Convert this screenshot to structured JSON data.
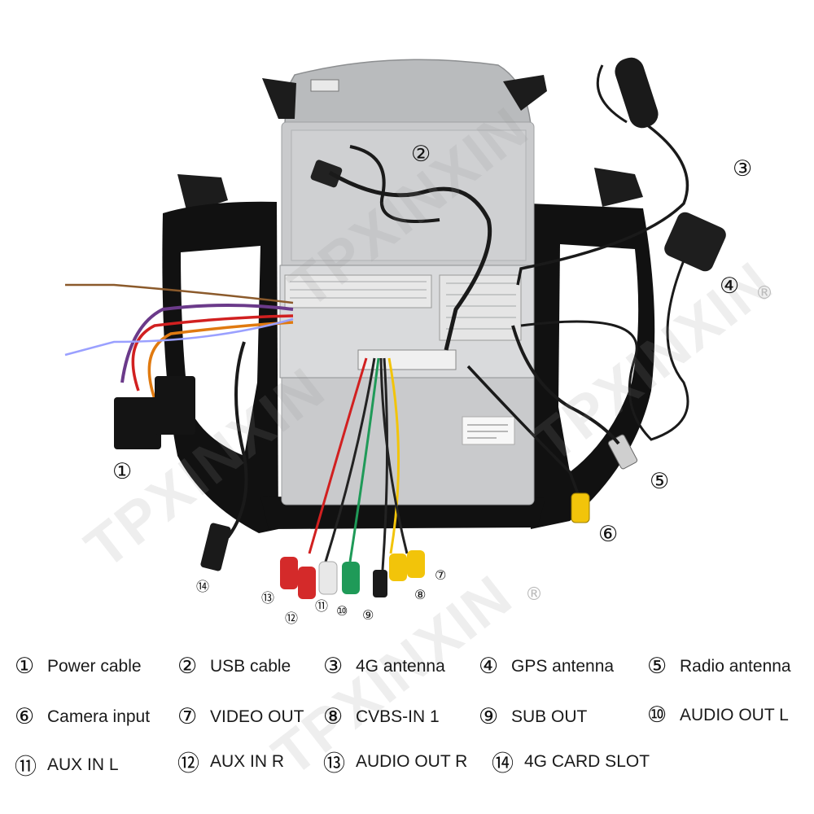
{
  "brand_watermark": "TPXINXIN",
  "registered_mark": "®",
  "callouts": {
    "c1": "①",
    "c2": "②",
    "c3": "③",
    "c4": "④",
    "c5": "⑤",
    "c6": "⑥",
    "c7": "⑦",
    "c8": "⑧",
    "c9": "⑨",
    "c10": "⑩",
    "c11": "⑪",
    "c12": "⑫",
    "c13": "⑬",
    "c14": "⑭"
  },
  "legend": [
    {
      "num": "①",
      "label": "Power cable"
    },
    {
      "num": "②",
      "label": "USB cable"
    },
    {
      "num": "③",
      "label": "4G antenna"
    },
    {
      "num": "④",
      "label": "GPS antenna"
    },
    {
      "num": "⑤",
      "label": "Radio antenna"
    },
    {
      "num": "⑥",
      "label": "Camera input"
    },
    {
      "num": "⑦",
      "label": "VIDEO OUT"
    },
    {
      "num": "⑧",
      "label": "CVBS-IN 1"
    },
    {
      "num": "⑨",
      "label": "SUB OUT"
    },
    {
      "num": "⑩",
      "label": "AUDIO OUT L"
    },
    {
      "num": "⑪",
      "label": "AUX IN L"
    },
    {
      "num": "⑫",
      "label": "AUX IN R"
    },
    {
      "num": "⑬",
      "label": "AUDIO OUT R"
    },
    {
      "num": "⑭",
      "label": "4G CARD SLOT"
    }
  ],
  "colors": {
    "frame": "#111111",
    "panel": "#c9cacc",
    "bracket": "#1c1c1c",
    "rca_red": "#d42a2a",
    "rca_white": "#e8e8e8",
    "rca_green": "#1f9a58",
    "rca_yellow": "#f2c40a"
  }
}
